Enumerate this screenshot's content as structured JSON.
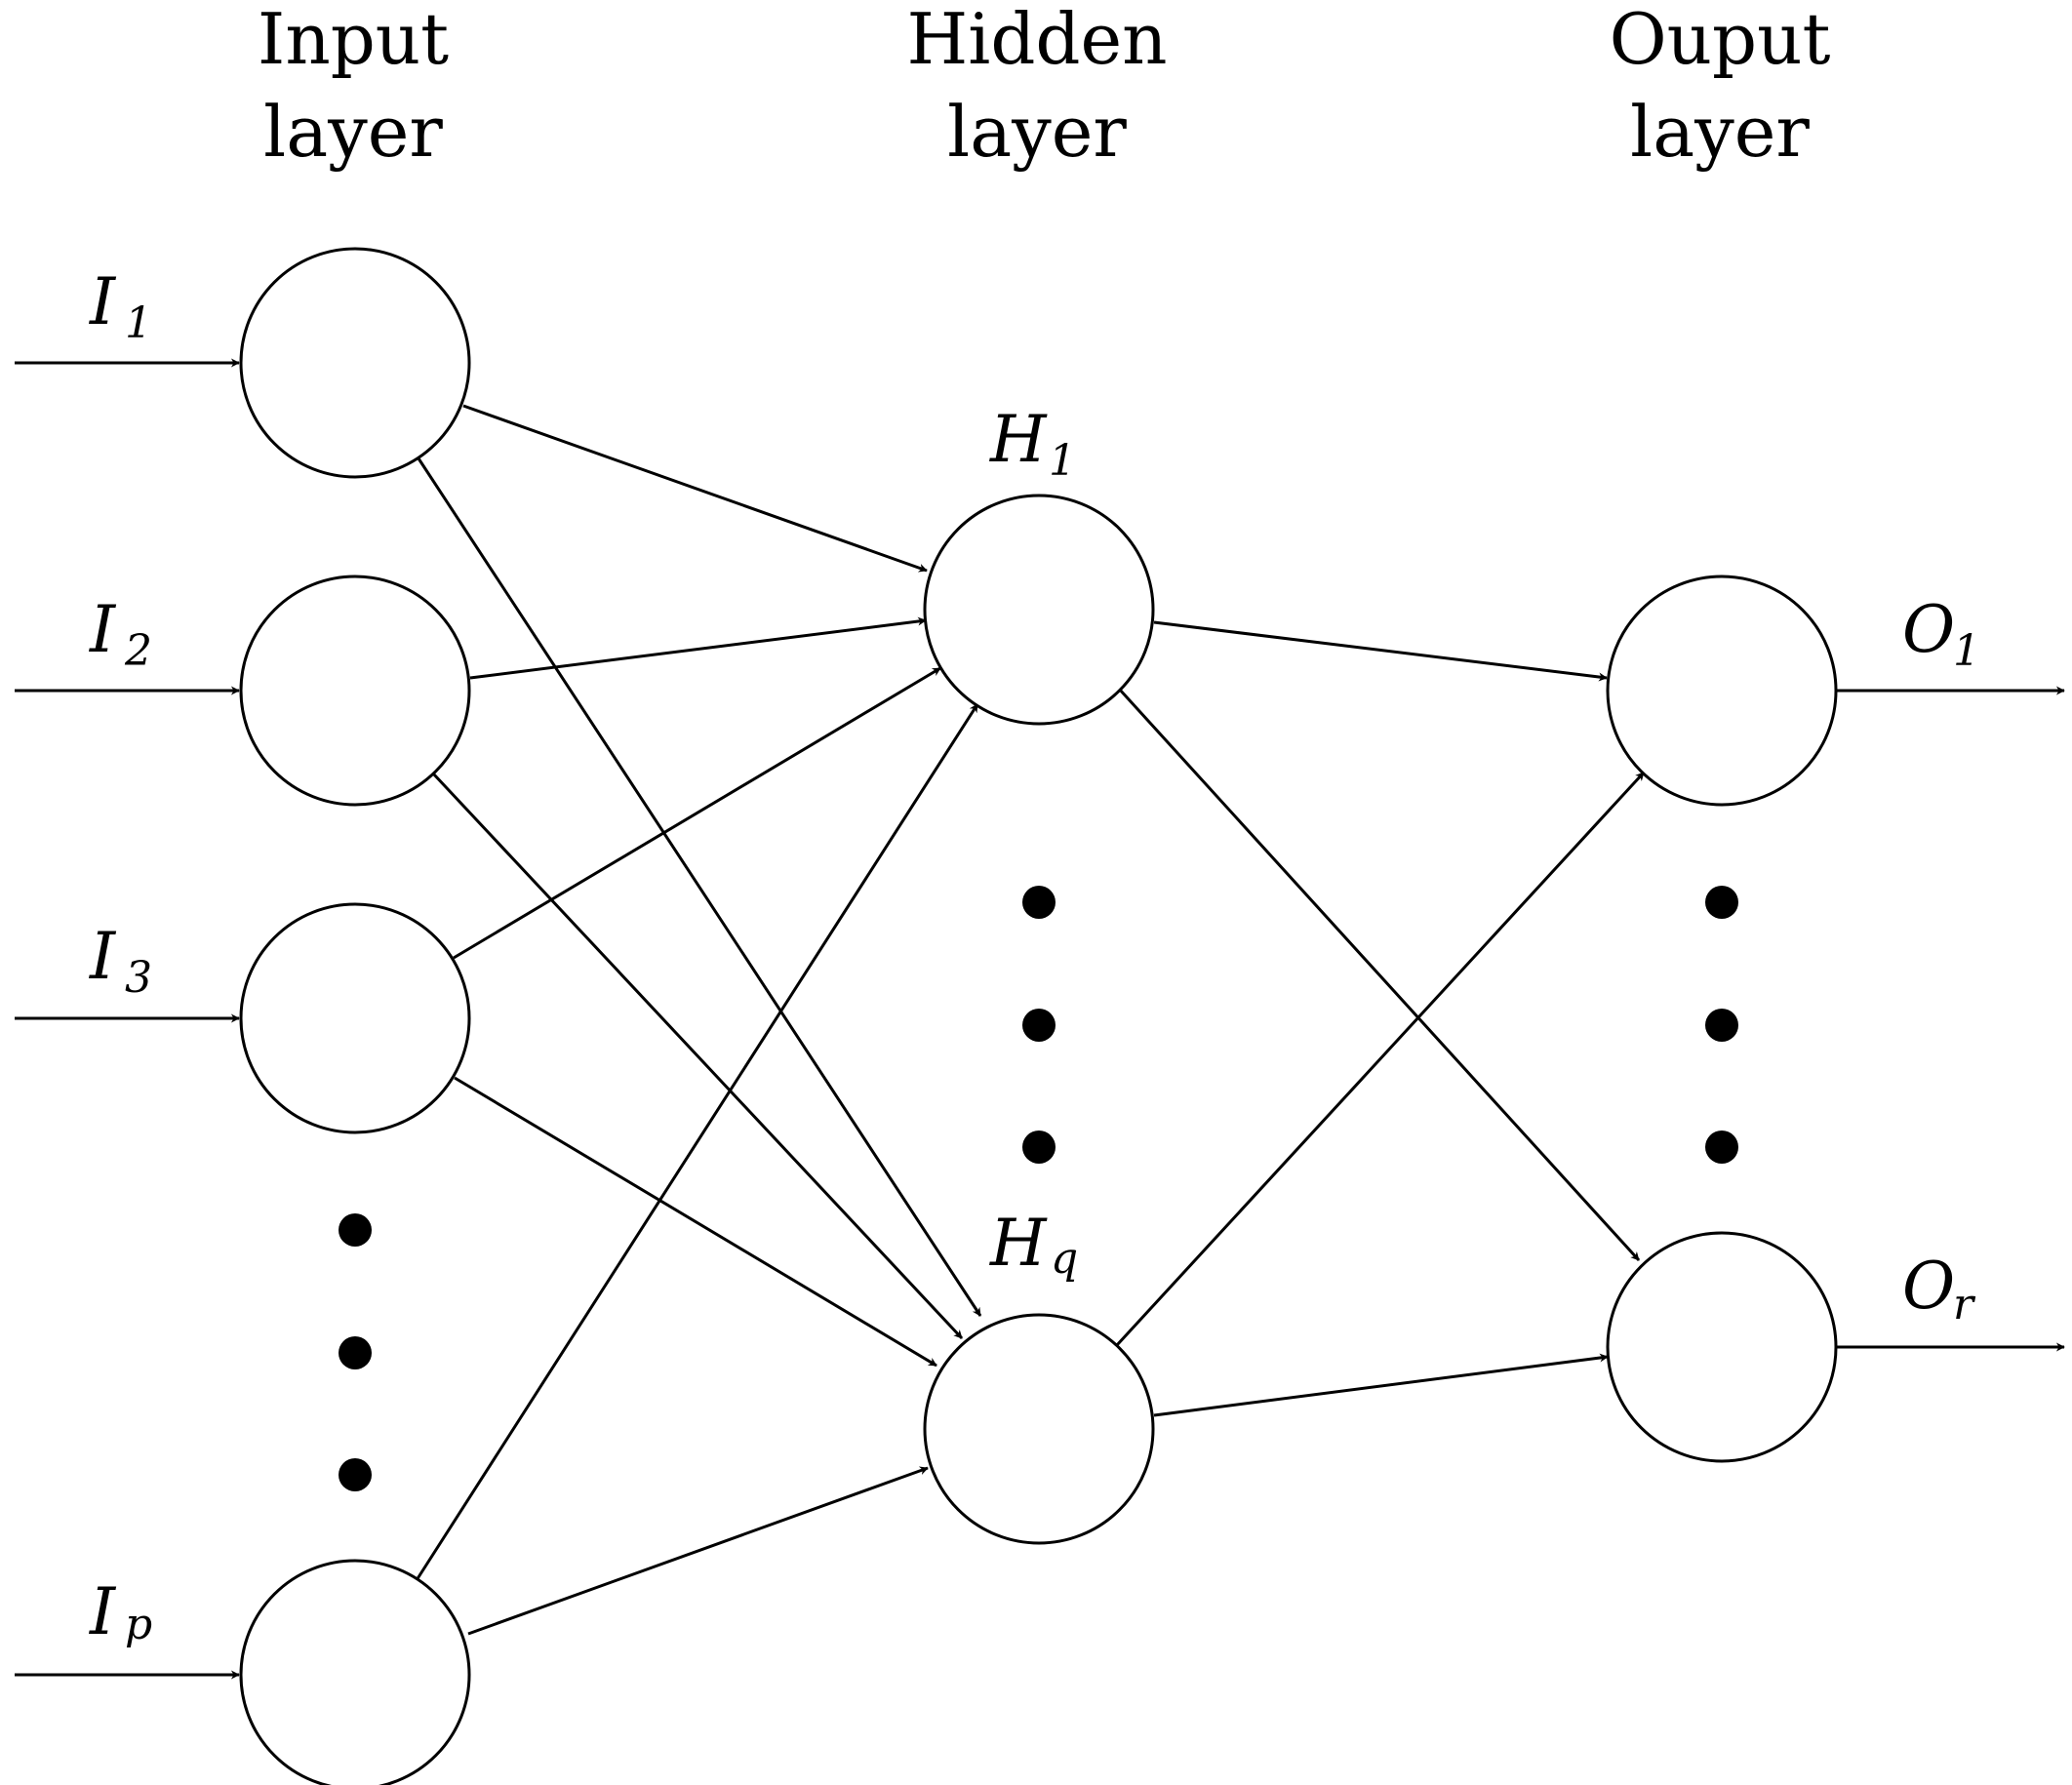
{
  "headers": {
    "input": [
      "Input",
      "layer"
    ],
    "hidden": [
      "Hidden",
      "layer"
    ],
    "output": [
      "Ouput",
      "layer"
    ]
  },
  "inputs": [
    {
      "base": "I",
      "sub": "1"
    },
    {
      "base": "I",
      "sub": "2"
    },
    {
      "base": "I",
      "sub": "3"
    },
    {
      "base": "I",
      "sub": "p"
    }
  ],
  "hidden": [
    {
      "base": "H",
      "sub": "1"
    },
    {
      "base": "H",
      "sub": "q"
    }
  ],
  "outputs": [
    {
      "base": "O",
      "sub": "1"
    },
    {
      "base": "O",
      "sub": "r"
    }
  ],
  "colors": {
    "stroke": "#000000",
    "background": "#ffffff"
  }
}
